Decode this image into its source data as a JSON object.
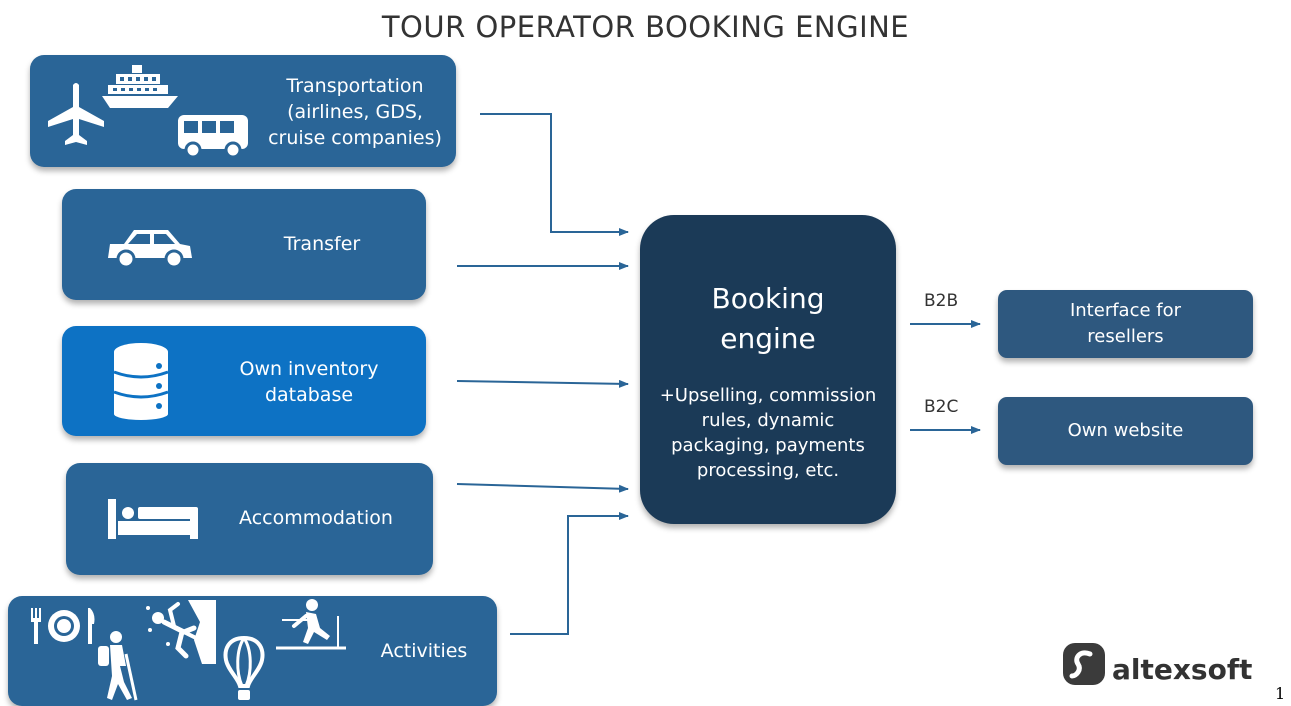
{
  "title": "TOUR OPERATOR BOOKING ENGINE",
  "sources": [
    {
      "label": "Transportation\n(airlines, GDS,\ncruise companies)",
      "icons": [
        "airplane-icon",
        "cruise-ship-icon",
        "bus-icon"
      ]
    },
    {
      "label": "Transfer",
      "icons": [
        "car-icon"
      ]
    },
    {
      "label": "Own inventory\ndatabase",
      "icons": [
        "database-icon"
      ]
    },
    {
      "label": "Accommodation",
      "icons": [
        "bed-icon"
      ]
    },
    {
      "label": "Activities",
      "icons": [
        "dining-icon",
        "hiking-icon",
        "climbing-icon",
        "hot-air-balloon-icon",
        "skiing-icon"
      ]
    }
  ],
  "engine": {
    "title": "Booking\nengine",
    "description": "+Upselling, commission\nrules, dynamic\npackaging, payments\nprocessing, etc."
  },
  "channels": [
    {
      "label": "B2B",
      "target": "Interface for\nresellers"
    },
    {
      "label": "B2C",
      "target": "Own website"
    }
  ],
  "logo": {
    "text": "altexsoft",
    "icon": "altexsoft-logo-icon"
  },
  "footnote": "1",
  "colors": {
    "source_box": "#2a6597",
    "source_highlight": "#0d72c4",
    "engine": "#1b3a57",
    "output_box": "#2e587f",
    "arrow": "#2a6597"
  }
}
